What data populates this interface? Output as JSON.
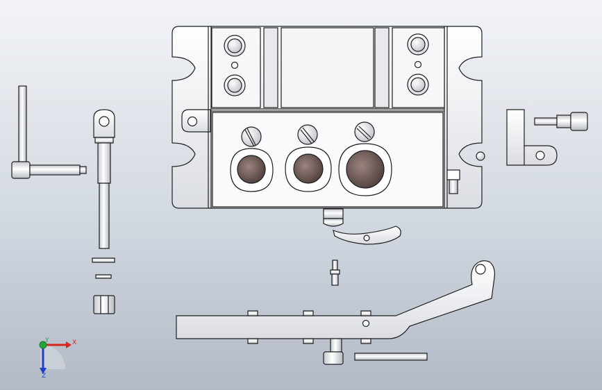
{
  "viewport": {
    "background_top": "#f2f4f7",
    "background_bottom": "#b2bac6"
  },
  "parts": [
    "jig-base-plate",
    "drill-bushing-small",
    "drill-bushing-medium",
    "drill-bushing-large",
    "crank-handle",
    "clamp-bolt",
    "washer",
    "nut",
    "locking-cam",
    "pin",
    "clamp-bracket",
    "hex-socket-screw",
    "swing-clamp-arm",
    "rod"
  ],
  "triad": {
    "x_label": "X",
    "y_label": "Y",
    "z_label": "Z",
    "x_color": "#d9251c",
    "y_color": "#22a83a",
    "z_color": "#1f3fc4"
  }
}
